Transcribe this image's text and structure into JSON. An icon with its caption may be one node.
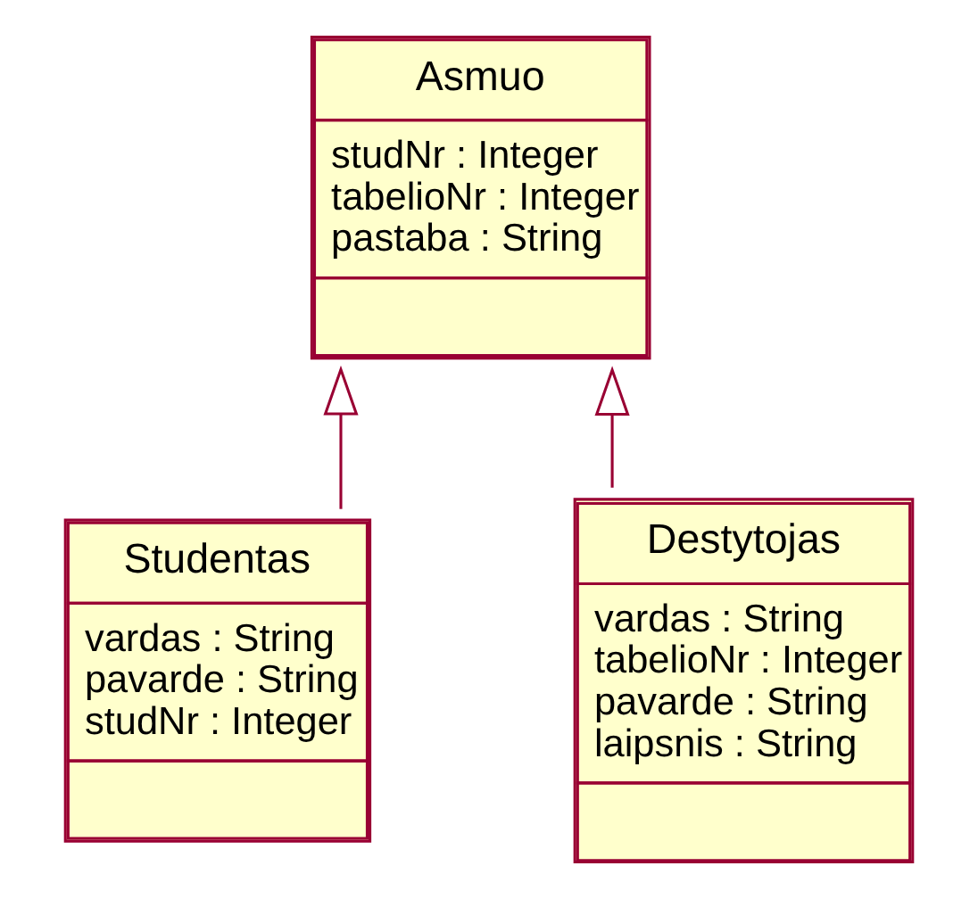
{
  "diagram": {
    "nodes": [
      {
        "text": [
          "Asmuo",
          "studNr : Integer",
          "tabelioNr : Integer",
          "pastaba : String"
        ]
      },
      {
        "text": [
          "Studentas",
          "vardas : String",
          "pavarde : String",
          "studNr : Integer"
        ]
      },
      {
        "text": [
          "Destytojas",
          "vardas : String",
          "tabelioNr : Integer",
          "pavarde : String",
          "laipsnis : String"
        ]
      }
    ],
    "edges": [
      {
        "from": 1,
        "to": 0,
        "arrow": "to"
      },
      {
        "from": 2,
        "to": 0,
        "arrow": "to"
      }
    ]
  }
}
